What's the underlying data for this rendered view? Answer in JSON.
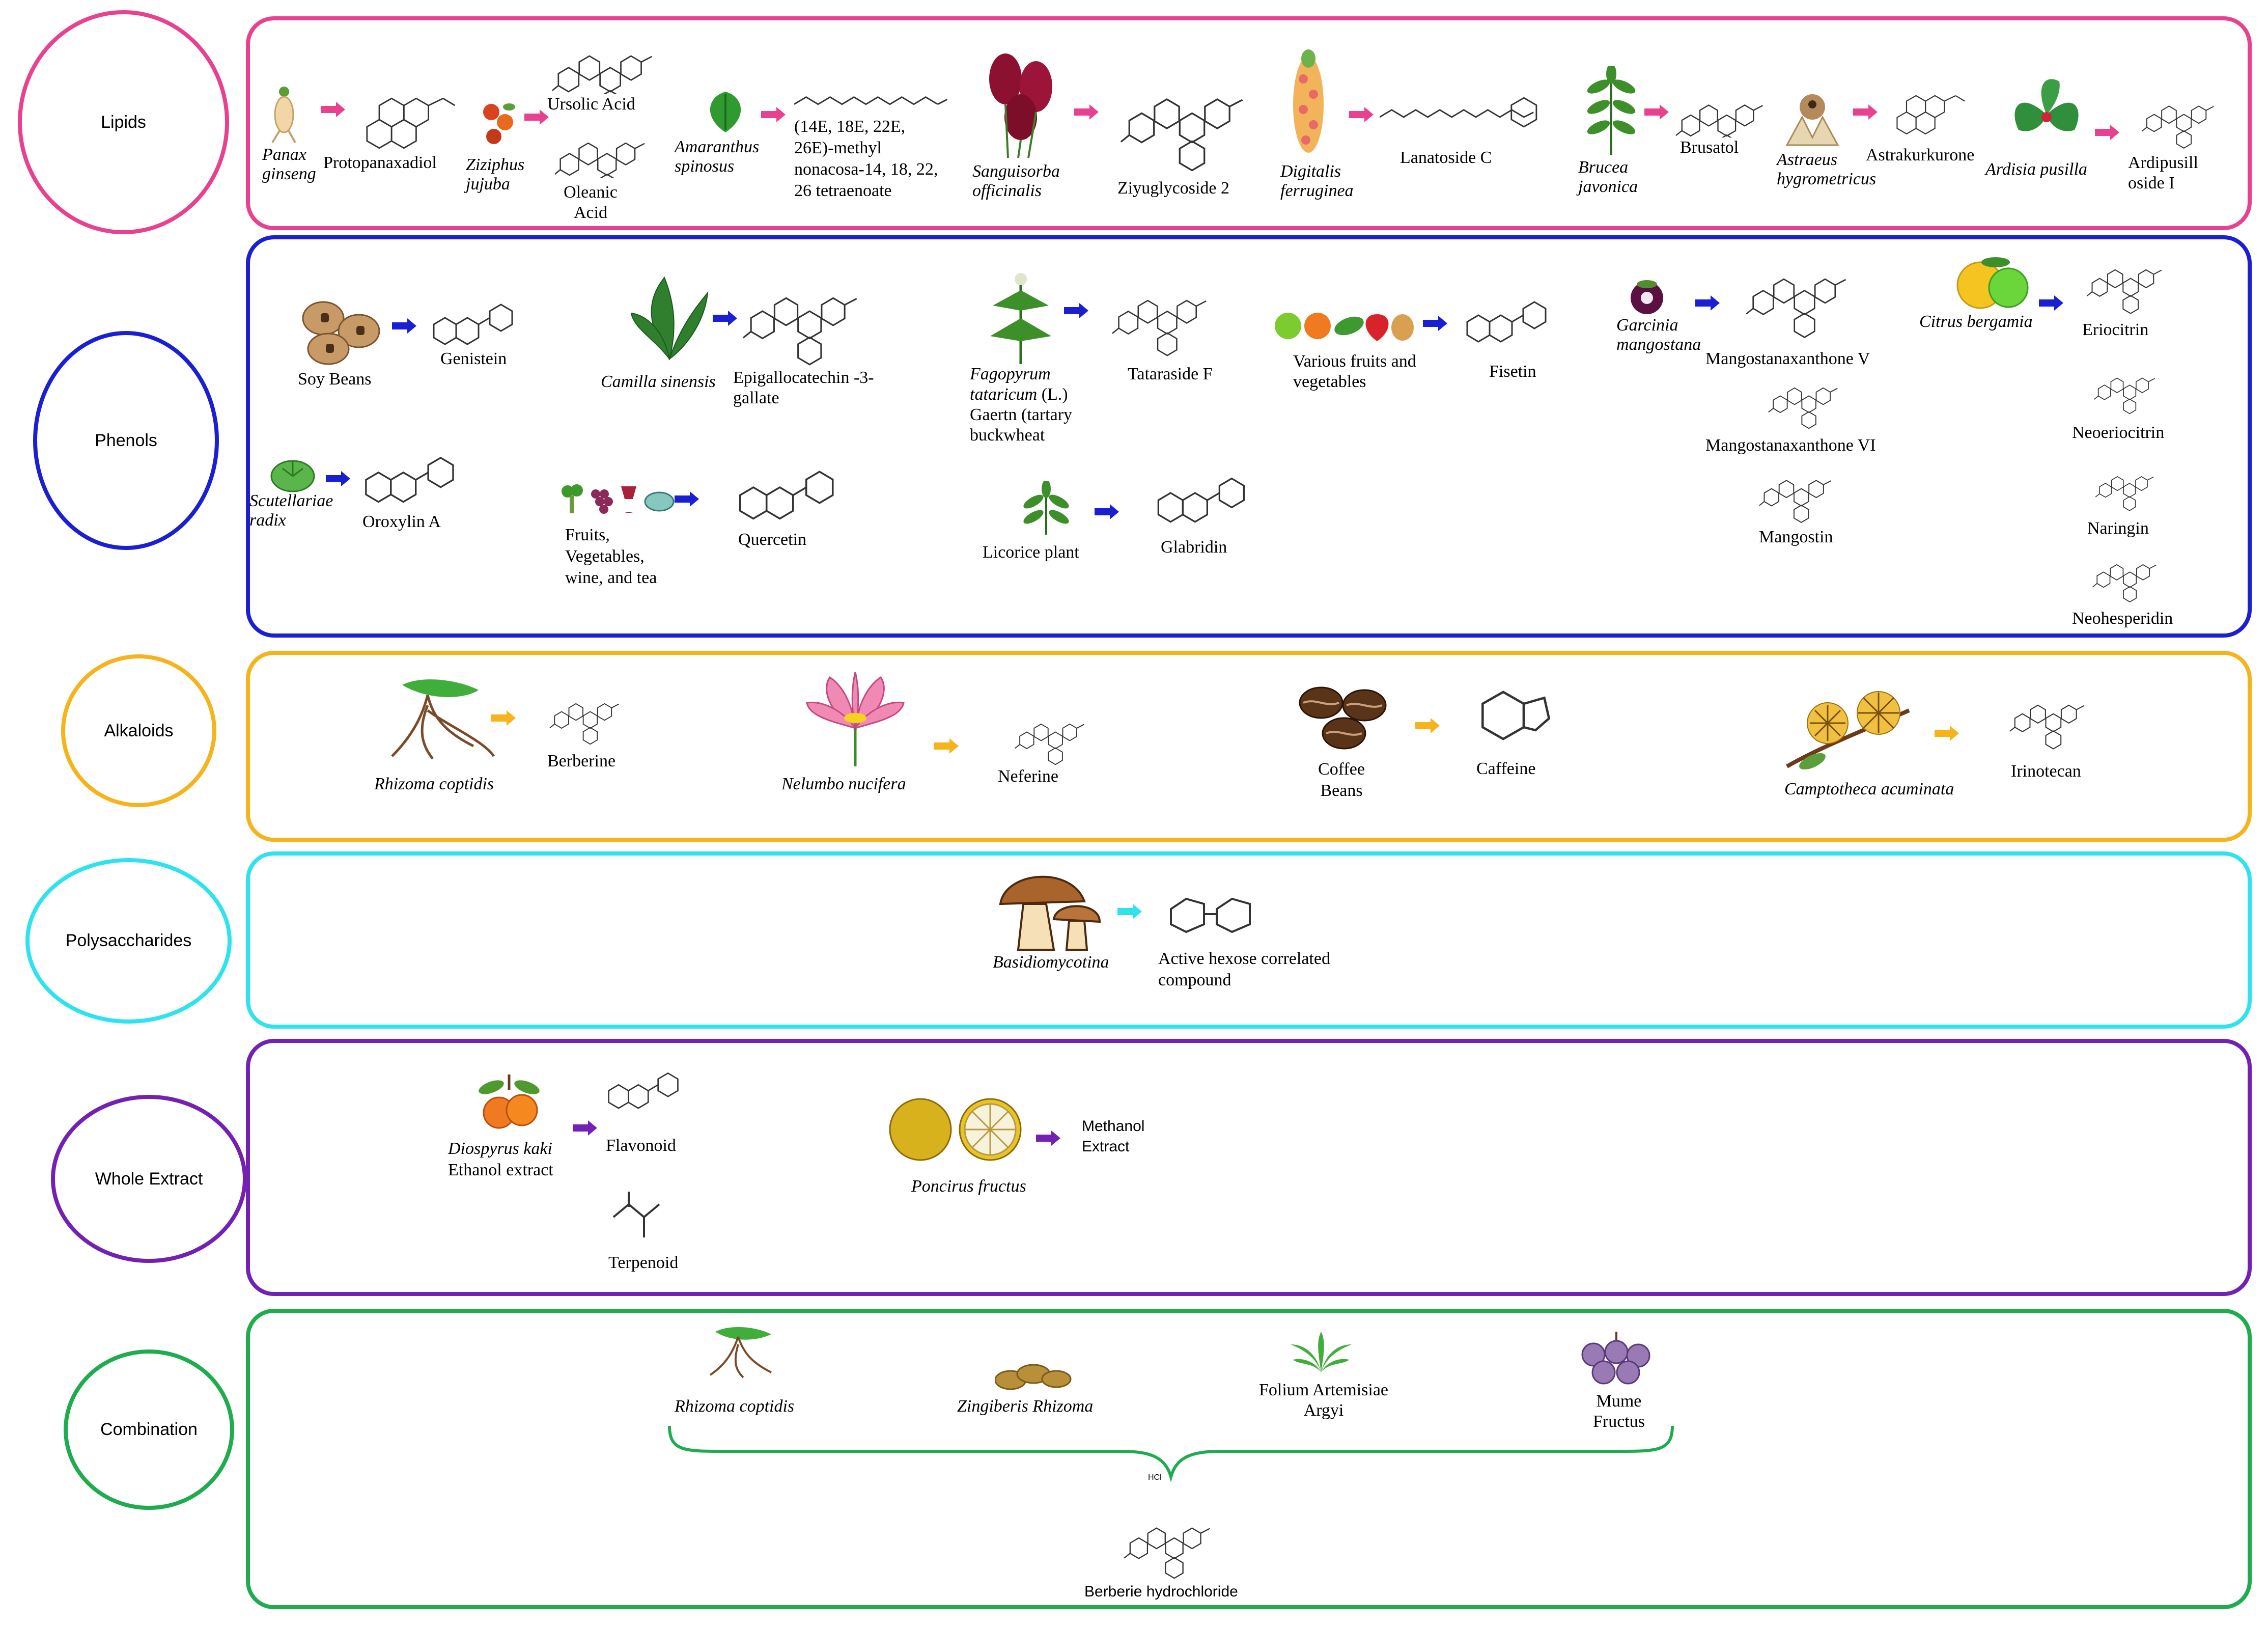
{
  "categories": {
    "lipids": {
      "label": "Lipids",
      "color": "#e8418f"
    },
    "phenols": {
      "label": "Phenols",
      "color": "#1a1fd4"
    },
    "alkaloids": {
      "label": "Alkaloids",
      "color": "#f5b31c"
    },
    "polysaccharides": {
      "label": "Polysaccharides",
      "color": "#2ee3ee"
    },
    "whole_extract": {
      "label": "Whole Extract",
      "color": "#7321b2"
    },
    "combination": {
      "label": "Combination",
      "color": "#1fac4f"
    }
  },
  "lipids": {
    "panax": "Panax ginseng",
    "panax_compound": "Protopanaxadiol",
    "ziziphus": "Ziziphus jujuba",
    "ursolic": "Ursolic Acid",
    "oleanic": "Oleanic Acid",
    "amaranthus": "Amaranthus spinosus",
    "amaranthus_compound": "(14E, 18E, 22E, 26E)-methyl nonacosa-14, 18, 22, 26 tetraenoate",
    "sanguisorba": "Sanguisorba officinalis",
    "ziyuglycoside": "Ziyuglycoside 2",
    "digitalis": "Digitalis ferruginea",
    "lanatoside": "Lanatoside C",
    "brucea": "Brucea javonica",
    "brusatol": "Brusatol",
    "astraeus": "Astraeus hygrometricus",
    "astrakurkurone": "Astrakurkurone",
    "ardisia": "Ardisia pusilla",
    "ardipusilloside": "Ardipusill oside I"
  },
  "phenols": {
    "soy": "Soy Beans",
    "genistein": "Genistein",
    "camilla": "Camilla sinensis",
    "egcg": "Epigallocatechin -3-gallate",
    "fagopyrum_italic": "Fagopyrum tataricum",
    "fagopyrum_rest": "(L.) Gaertn (tartary buckwheat",
    "tataraside": "Tataraside F",
    "various": "Various fruits and vegetables",
    "fisetin": "Fisetin",
    "garcinia": "Garcinia mangostana",
    "mango_v": "Mangostanaxanthone V",
    "mango_vi": "Mangostanaxanthone VI",
    "mangostin": "Mangostin",
    "citrus": "Citrus bergamia",
    "eriocitrin": "Eriocitrin",
    "neoeriocitrin": "Neoeriocitrin",
    "naringin": "Naringin",
    "neohesperidin": "Neohesperidin",
    "scutellariae": "Scutellariae radix",
    "oroxylin": "Oroxylin A",
    "fruits_tea": "Fruits, Vegetables, wine, and tea",
    "quercetin": "Quercetin",
    "licorice": "Licorice plant",
    "glabridin": "Glabridin"
  },
  "alkaloids": {
    "rhizoma": "Rhizoma coptidis",
    "berberine": "Berberine",
    "nelumbo": "Nelumbo nucifera",
    "neferine": "Neferine",
    "coffee": "Coffee Beans",
    "caffeine": "Caffeine",
    "camptotheca": "Camptotheca acuminata",
    "irinotecan": "Irinotecan"
  },
  "polysaccharides": {
    "basidio": "Basidiomycotina",
    "hexose": "Active hexose correlated compound"
  },
  "whole_extract": {
    "diospyrus": "Diospyrus kaki",
    "diospyrus_extract": "Ethanol extract",
    "flavonoid": "Flavonoid",
    "terpenoid": "Terpenoid",
    "poncirus": "Poncirus fructus",
    "methanol": "Methanol Extract"
  },
  "combination": {
    "rhizoma": "Rhizoma coptidis",
    "zingiberis": "Zingiberis Rhizoma",
    "folium": "Folium Artemisiae Argyi",
    "mume": "Mume Fructus",
    "hcl": "HCl",
    "berberie": "Berberie hydrochloride"
  }
}
